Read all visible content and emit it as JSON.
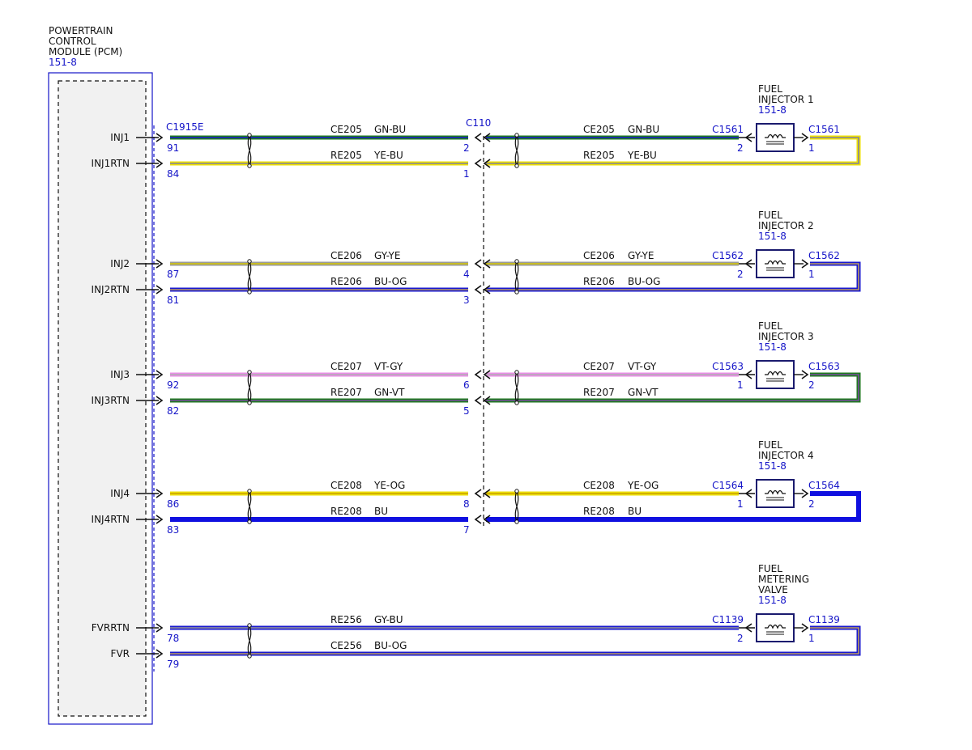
{
  "pcm": {
    "title_lines": [
      "POWERTRAIN",
      "CONTROL",
      "MODULE (PCM)"
    ],
    "ref": "151-8",
    "connector": "C1915E"
  },
  "inline_connector": "C110",
  "colors": {
    "GN": "#1e7a1e",
    "BU": "#1818d0",
    "YE": "#eee000",
    "GY": "#9a9a9a",
    "OG": "#f07800",
    "VT": "#8a2be2",
    "pink": "#e88ee6",
    "connector_blue": "#1515c8"
  },
  "circuits": [
    {
      "signal": "INJ1",
      "pin": "91",
      "inline_pin": "2",
      "circuit": "CE205",
      "color": "GN-BU",
      "style": "stripe",
      "c1": "#1e7a1e",
      "c2": "#1818d0"
    },
    {
      "signal": "INJ1RTN",
      "pin": "84",
      "inline_pin": "1",
      "circuit": "RE205",
      "color": "YE-BU",
      "style": "stripe",
      "c1": "#eee000",
      "c2": "#8080a0"
    },
    {
      "signal": "INJ2",
      "pin": "87",
      "inline_pin": "4",
      "circuit": "CE206",
      "color": "GY-YE",
      "style": "stripe",
      "c1": "#9a9a9a",
      "c2": "#d8c800"
    },
    {
      "signal": "INJ2RTN",
      "pin": "81",
      "inline_pin": "3",
      "circuit": "RE206",
      "color": "BU-OG",
      "style": "stripe",
      "c1": "#1818d0",
      "c2": "#c0a060"
    },
    {
      "signal": "INJ3",
      "pin": "92",
      "inline_pin": "6",
      "circuit": "CE207",
      "color": "VT-GY",
      "style": "stripe",
      "c1": "#e88ee6",
      "c2": "#b0b0b0"
    },
    {
      "signal": "INJ3RTN",
      "pin": "82",
      "inline_pin": "5",
      "circuit": "RE207",
      "color": "GN-VT",
      "style": "stripe",
      "c1": "#1e7a1e",
      "c2": "#7a4aa0"
    },
    {
      "signal": "INJ4",
      "pin": "86",
      "inline_pin": "8",
      "circuit": "CE208",
      "color": "YE-OG",
      "style": "stripe",
      "c1": "#eee000",
      "c2": "#c8a000"
    },
    {
      "signal": "INJ4RTN",
      "pin": "83",
      "inline_pin": "7",
      "circuit": "RE208",
      "color": "BU",
      "style": "solid",
      "c1": "#1010e0",
      "c2": "#1010e0"
    },
    {
      "signal": "FVRRTN",
      "pin": "78",
      "inline_pin": "",
      "circuit": "RE256",
      "color": "GY-BU",
      "style": "stripe",
      "c1": "#1818d0",
      "c2": "#9a9a9a"
    },
    {
      "signal": "FVR",
      "pin": "79",
      "inline_pin": "",
      "circuit": "CE256",
      "color": "BU-OG",
      "style": "stripe",
      "c1": "#1818d0",
      "c2": "#c0a060"
    }
  ],
  "devices": [
    {
      "title_lines": [
        "FUEL",
        "INJECTOR 1"
      ],
      "ref": "151-8",
      "connector": "C1561",
      "pin_top": "2",
      "pin_right": "1"
    },
    {
      "title_lines": [
        "FUEL",
        "INJECTOR 2"
      ],
      "ref": "151-8",
      "connector": "C1562",
      "pin_top": "2",
      "pin_right": "1"
    },
    {
      "title_lines": [
        "FUEL",
        "INJECTOR 3"
      ],
      "ref": "151-8",
      "connector": "C1563",
      "pin_top": "1",
      "pin_right": "2"
    },
    {
      "title_lines": [
        "FUEL",
        "INJECTOR 4"
      ],
      "ref": "151-8",
      "connector": "C1564",
      "pin_top": "1",
      "pin_right": "2"
    },
    {
      "title_lines": [
        "FUEL",
        "METERING",
        "VALVE"
      ],
      "ref": "151-8",
      "connector": "C1139",
      "pin_top": "2",
      "pin_right": "1"
    }
  ]
}
